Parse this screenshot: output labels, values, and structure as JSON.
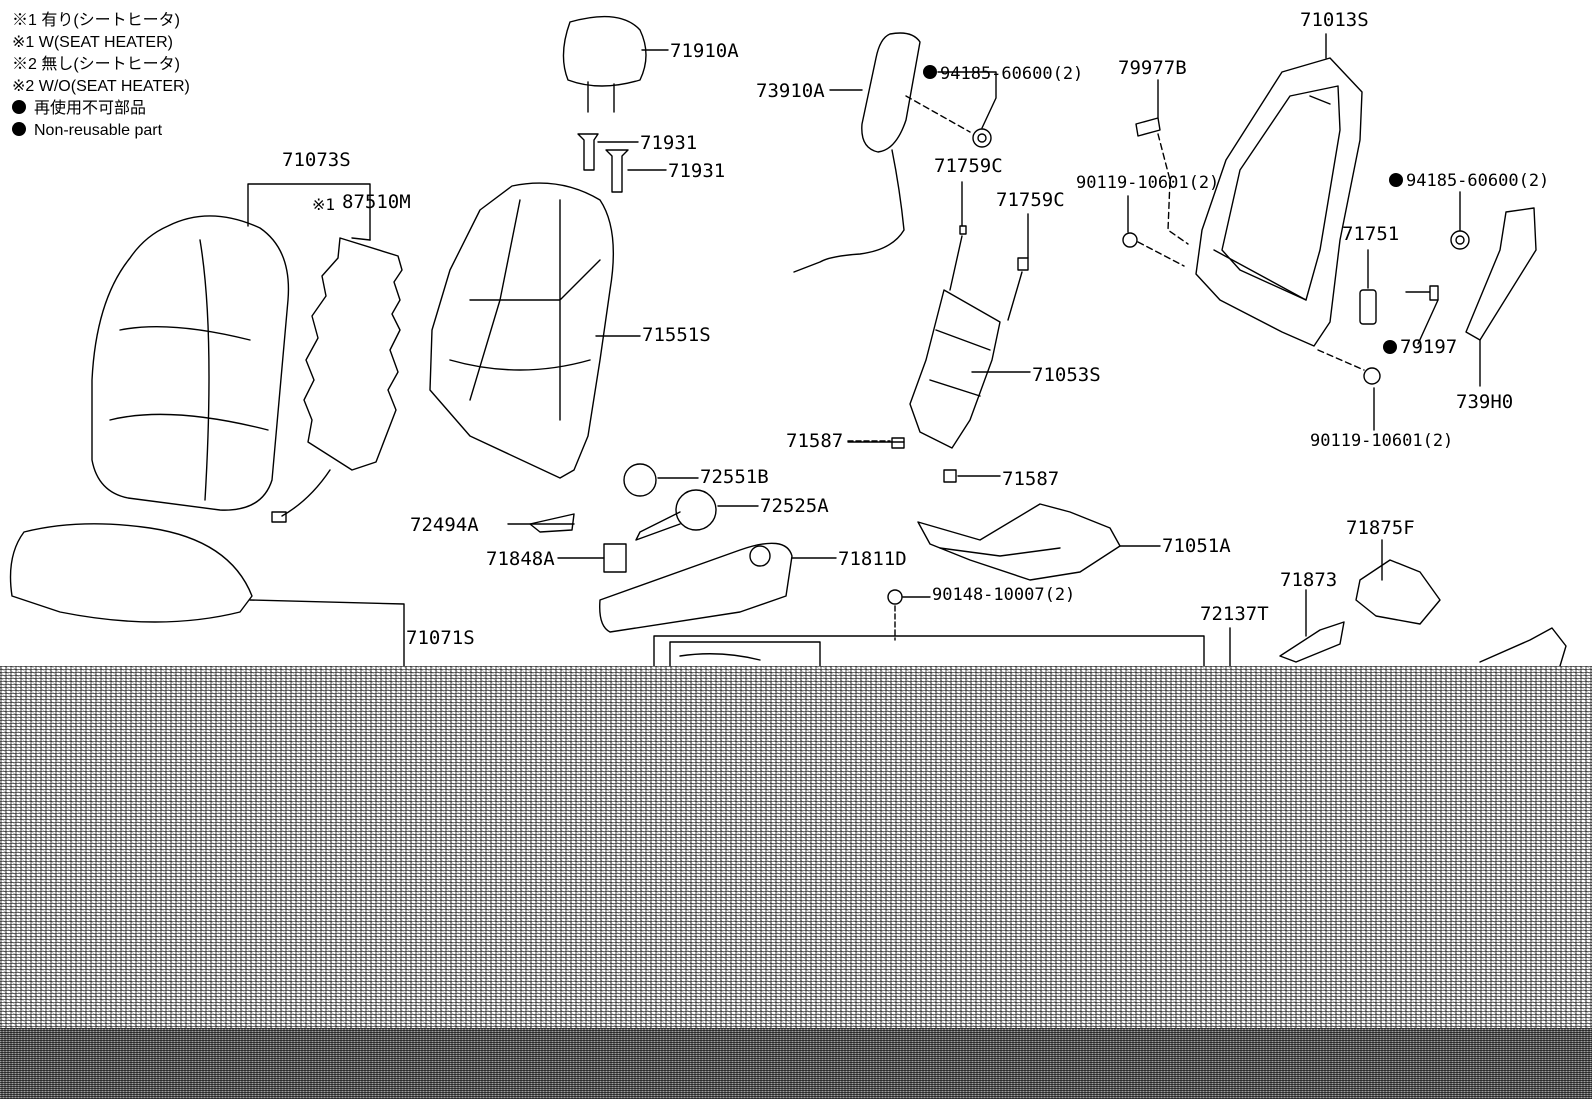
{
  "legend": [
    {
      "text": "※1 有り(シートヒータ)",
      "dot": false
    },
    {
      "text": "※1 W(SEAT HEATER)",
      "dot": false
    },
    {
      "text": "※2 無し(シートヒータ)",
      "dot": false
    },
    {
      "text": "※2 W/O(SEAT HEATER)",
      "dot": false
    },
    {
      "text": "再使用不可部品",
      "dot": true
    },
    {
      "text": "Non-reusable part",
      "dot": true
    }
  ],
  "parts": {
    "p71910A": "71910A",
    "p71931a": "71931",
    "p71931b": "71931",
    "p73910A": "73910A",
    "p94185a": "94185-60600(2)",
    "p79977B": "79977B",
    "p71013S": "71013S",
    "p71073S": "71073S",
    "p87510M": "87510M",
    "p87510M_mark": "※1",
    "p71759Ca": "71759C",
    "p71759Cb": "71759C",
    "p90119a": "90119-10601(2)",
    "p94185b": "94185-60600(2)",
    "p71751": "71751",
    "p79197": "79197",
    "p739H0": "739H0",
    "p90119b": "90119-10601(2)",
    "p71551S": "71551S",
    "p71053S": "71053S",
    "p71587a": "71587",
    "p71587b": "71587",
    "p72551B": "72551B",
    "p72525A": "72525A",
    "p72494A": "72494A",
    "p71848A": "71848A",
    "p71811D": "71811D",
    "p71051A": "71051A",
    "p71875F": "71875F",
    "p71873": "71873",
    "p90148": "90148-10007(2)",
    "p72137T": "72137T",
    "p71071S": "71071S"
  }
}
